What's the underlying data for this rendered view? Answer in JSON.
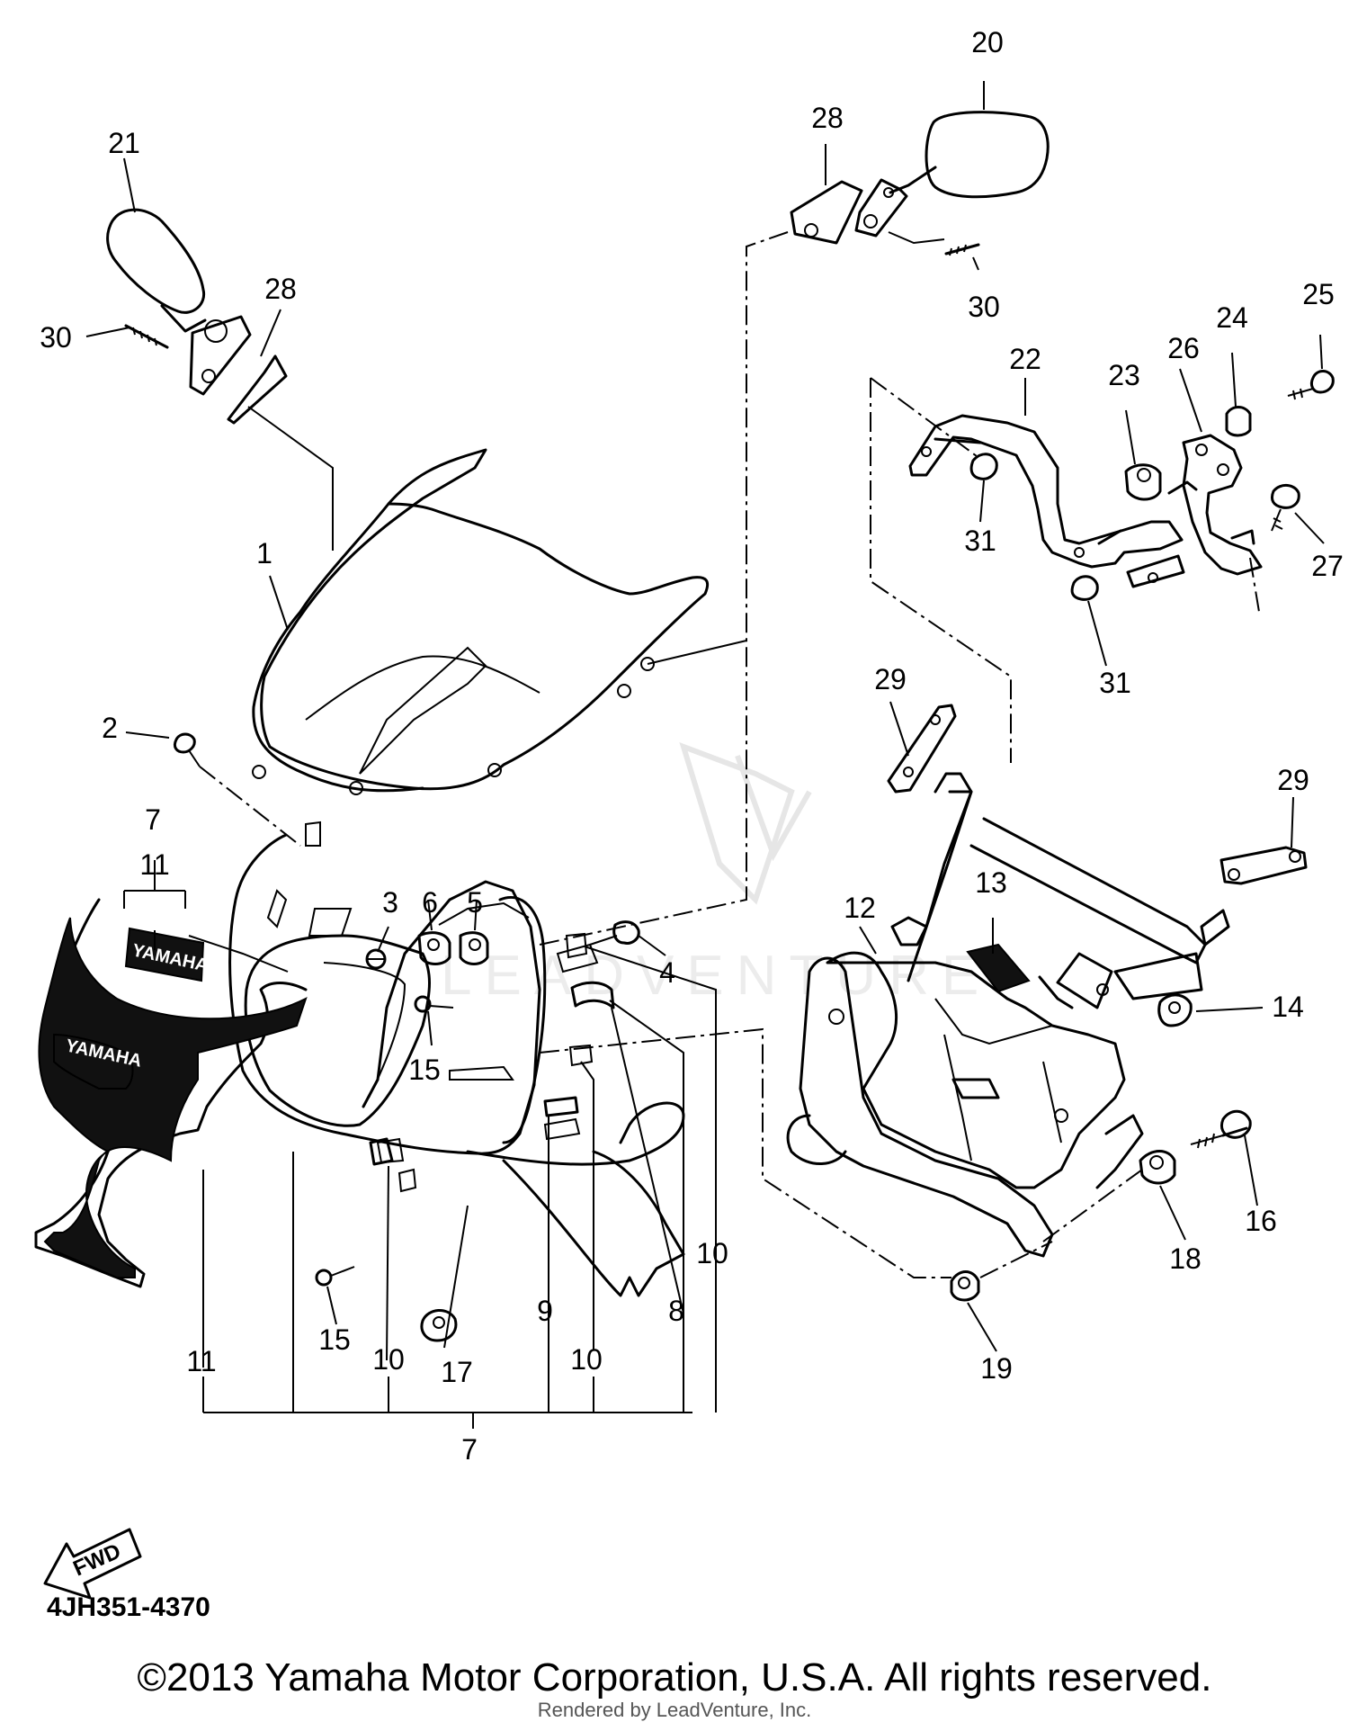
{
  "callouts": [
    {
      "id": "c1",
      "label": "1"
    },
    {
      "id": "c2",
      "label": "2"
    },
    {
      "id": "c3",
      "label": "3"
    },
    {
      "id": "c4",
      "label": "4"
    },
    {
      "id": "c5",
      "label": "5"
    },
    {
      "id": "c6",
      "label": "6"
    },
    {
      "id": "c7a",
      "label": "7"
    },
    {
      "id": "c7b",
      "label": "7"
    },
    {
      "id": "c8",
      "label": "8"
    },
    {
      "id": "c9",
      "label": "9"
    },
    {
      "id": "c10a",
      "label": "10"
    },
    {
      "id": "c10b",
      "label": "10"
    },
    {
      "id": "c10c",
      "label": "10"
    },
    {
      "id": "c11a",
      "label": "11"
    },
    {
      "id": "c11b",
      "label": "11"
    },
    {
      "id": "c12",
      "label": "12"
    },
    {
      "id": "c13",
      "label": "13"
    },
    {
      "id": "c14",
      "label": "14"
    },
    {
      "id": "c15a",
      "label": "15"
    },
    {
      "id": "c15b",
      "label": "15"
    },
    {
      "id": "c16",
      "label": "16"
    },
    {
      "id": "c17",
      "label": "17"
    },
    {
      "id": "c18",
      "label": "18"
    },
    {
      "id": "c19",
      "label": "19"
    },
    {
      "id": "c20",
      "label": "20"
    },
    {
      "id": "c21",
      "label": "21"
    },
    {
      "id": "c22",
      "label": "22"
    },
    {
      "id": "c23",
      "label": "23"
    },
    {
      "id": "c24",
      "label": "24"
    },
    {
      "id": "c25",
      "label": "25"
    },
    {
      "id": "c26",
      "label": "26"
    },
    {
      "id": "c27",
      "label": "27"
    },
    {
      "id": "c28a",
      "label": "28"
    },
    {
      "id": "c28b",
      "label": "28"
    },
    {
      "id": "c29a",
      "label": "29"
    },
    {
      "id": "c29b",
      "label": "29"
    },
    {
      "id": "c30a",
      "label": "30"
    },
    {
      "id": "c30b",
      "label": "30"
    },
    {
      "id": "c31a",
      "label": "31"
    },
    {
      "id": "c31b",
      "label": "31"
    }
  ],
  "decal_text": "YAMAHA",
  "fwd_label": "FWD",
  "diagram_code": "4JH351-4370",
  "copyright": "©2013 Yamaha Motor Corporation, U.S.A. All rights reserved.",
  "rendered_by": "Rendered by LeadVenture, Inc.",
  "watermark_text": "LEADVENTURE"
}
